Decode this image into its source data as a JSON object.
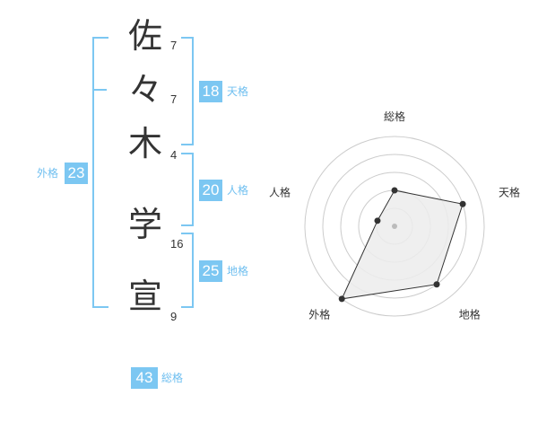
{
  "name": {
    "characters": [
      {
        "char": "佐",
        "strokes": "7"
      },
      {
        "char": "々",
        "strokes": "7"
      },
      {
        "char": "木",
        "strokes": "4"
      },
      {
        "char": "学",
        "strokes": "16"
      },
      {
        "char": "宣",
        "strokes": "9"
      }
    ]
  },
  "fortune": {
    "tenkaku": {
      "value": "18",
      "label": "天格"
    },
    "jinkaku": {
      "value": "20",
      "label": "人格"
    },
    "chikaku": {
      "value": "25",
      "label": "地格"
    },
    "gaikaku": {
      "value": "23",
      "label": "外格"
    },
    "soukaku": {
      "value": "43",
      "label": "総格"
    }
  },
  "chart_data": {
    "type": "radar",
    "axes": [
      "総格",
      "天格",
      "地格",
      "外格",
      "人格"
    ],
    "values": [
      2,
      4,
      4,
      5,
      1
    ],
    "max": 5,
    "colors": {
      "fill": "#ececec",
      "line": "#333333",
      "grid": "#cccccc",
      "center": "#bbbbbb"
    }
  }
}
